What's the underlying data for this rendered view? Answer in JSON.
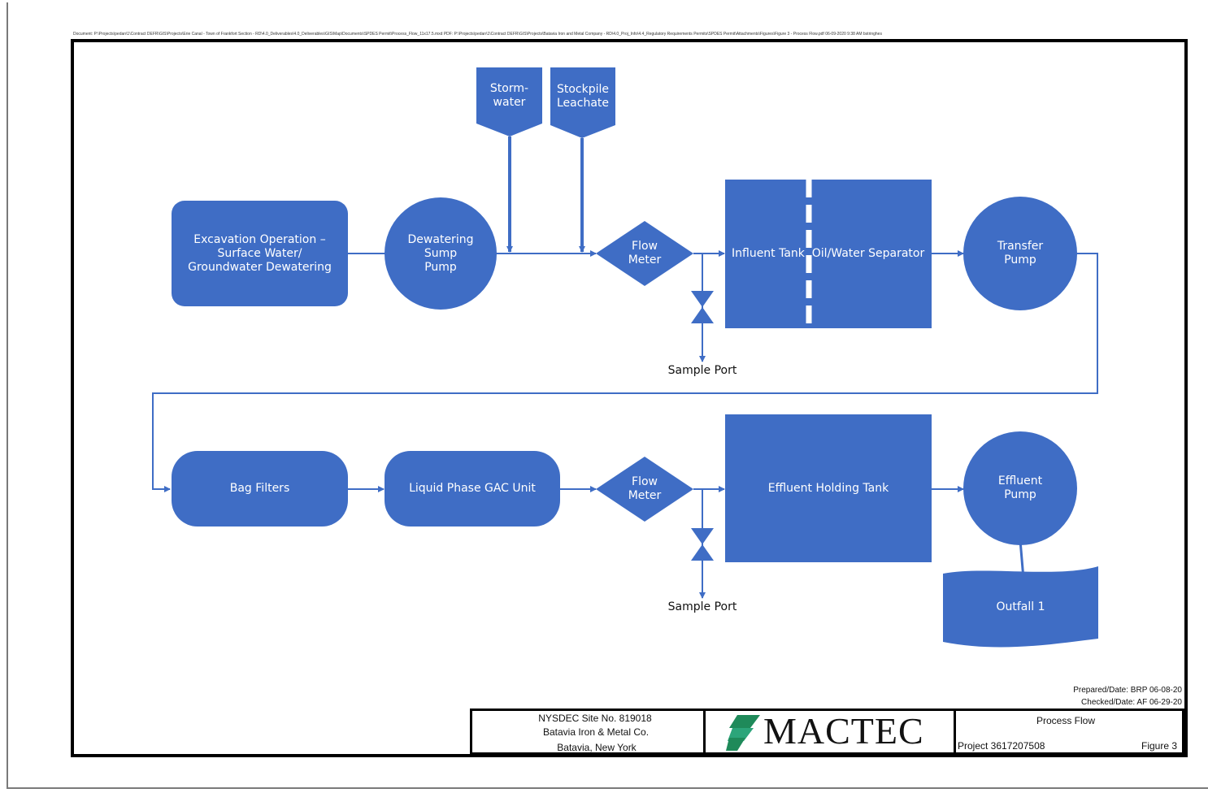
{
  "header": {
    "file_path": "Document: P:\\Projects\\pedan\\1\\Contract DEFR\\GIS\\Projects\\Erie Canal - Town of Frankfort Section - RD\\4.0_Deliverables\\4.0_Deliverables\\GIS\\Map\\Documents\\SPDES Permit\\Process_Flow_11x17.5.mxd   PDF: P:\\Projects\\pedan\\1\\Contract DEFR\\GIS\\Projects\\Batavia Iron and Metal Company - RD\\4.0_Proj_Info\\4.4_Regulatory Requirements Permits\\SPDES Permit\\Attachments\\Figures\\Figure 3 - Process Flow.pdf   06-09-2020  9:38 AM   bstringhes"
  },
  "flow": {
    "excavation": "Excavation Operation –\nSurface Water/\nGroundwater Dewatering",
    "dewatering_pump": "Dewatering\nSump\nPump",
    "stormwater": "Storm-\nwater",
    "stockpile": "Stockpile\nLeachate",
    "flow_meter_1": "Flow\nMeter",
    "influent_tank": "Influent Tank",
    "oil_water_separator": "Oil/Water Separator",
    "transfer_pump": "Transfer\nPump",
    "sample_port_1": "Sample Port",
    "bag_filters": "Bag Filters",
    "gac_unit": "Liquid Phase GAC Unit",
    "flow_meter_2": "Flow\nMeter",
    "effluent_tank": "Effluent Holding Tank",
    "effluent_pump": "Effluent\nPump",
    "sample_port_2": "Sample Port",
    "outfall": "Outfall 1"
  },
  "title_block": {
    "prepared": "Prepared/Date: BRP 06-08-20",
    "checked": "Checked/Date: AF 06-29-20",
    "site_no": "NYSDEC Site No. 819018",
    "company": "Batavia Iron & Metal Co.",
    "location": "Batavia, New York",
    "logo": "MACTEC",
    "title": "Process Flow",
    "project": "Project 3617207508",
    "figure": "Figure 3"
  },
  "colors": {
    "shape_fill": "#3f6dc5",
    "connector": "#3f6dc5",
    "logo_green": "#1f8a5a"
  }
}
